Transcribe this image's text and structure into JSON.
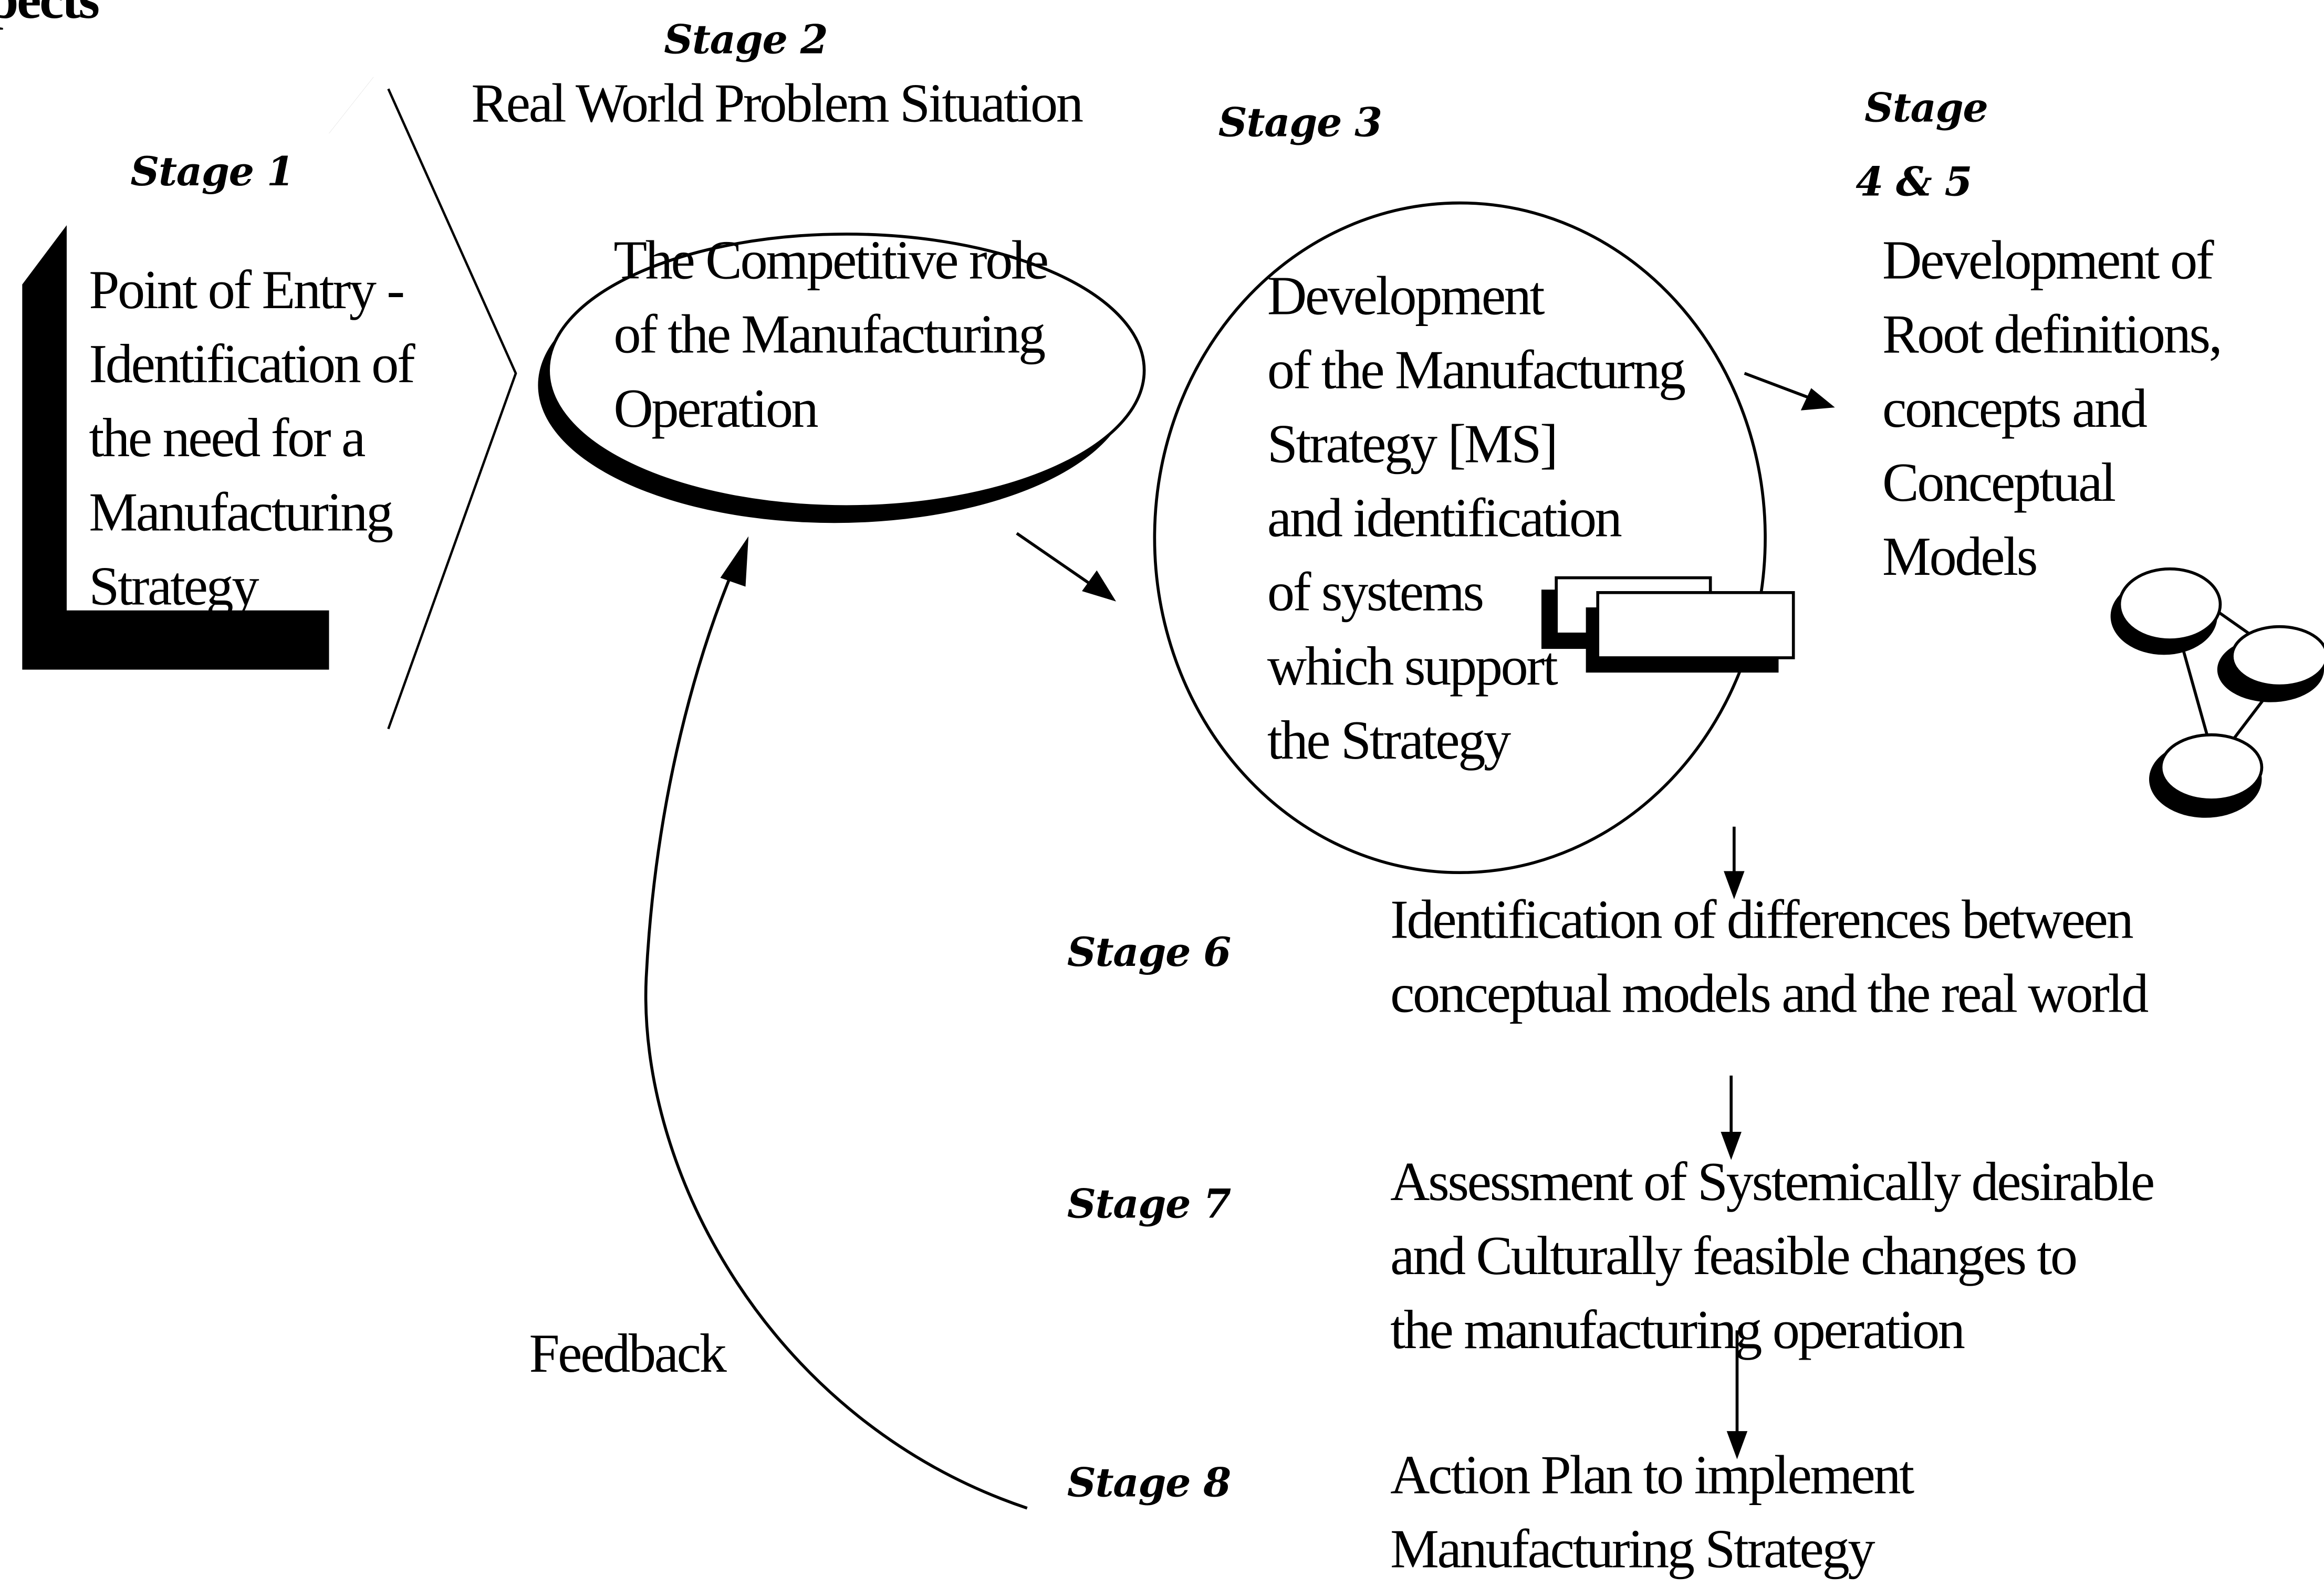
{
  "header_fragment": "pects",
  "stage1": {
    "label": "Stage 1",
    "lines": [
      "Point of Entry -",
      "Identification of",
      "the need for a",
      "Manufacturing",
      "Strategy"
    ]
  },
  "stage2": {
    "label": "Stage 2",
    "heading": "Real World Problem Situation",
    "lines": [
      "The Competitive role",
      "of the Manufacturing",
      "Operation"
    ]
  },
  "stage3": {
    "label": "Stage 3",
    "lines": [
      "Development",
      "of the Manufacturng",
      "Strategy [MS]",
      "and  identification",
      "of systems",
      "which support",
      "the Strategy"
    ]
  },
  "stage45": {
    "label_line1": "Stage",
    "label_line2": "4 & 5",
    "lines": [
      "Development of",
      "Root definitions,",
      "concepts and",
      "Conceptual",
      "Models"
    ]
  },
  "stage6": {
    "label": "Stage 6",
    "lines": [
      "Identification of differences between",
      "conceptual models and the real world"
    ]
  },
  "stage7": {
    "label": "Stage 7",
    "lines": [
      "Assessment of  Systemically desirable",
      "and Culturally feasible changes to",
      "the manufacturing operation"
    ]
  },
  "stage8": {
    "label": "Stage 8",
    "lines": [
      "Action Plan to implement",
      "Manufacturing Strategy"
    ]
  },
  "feedback_label": "Feedback"
}
